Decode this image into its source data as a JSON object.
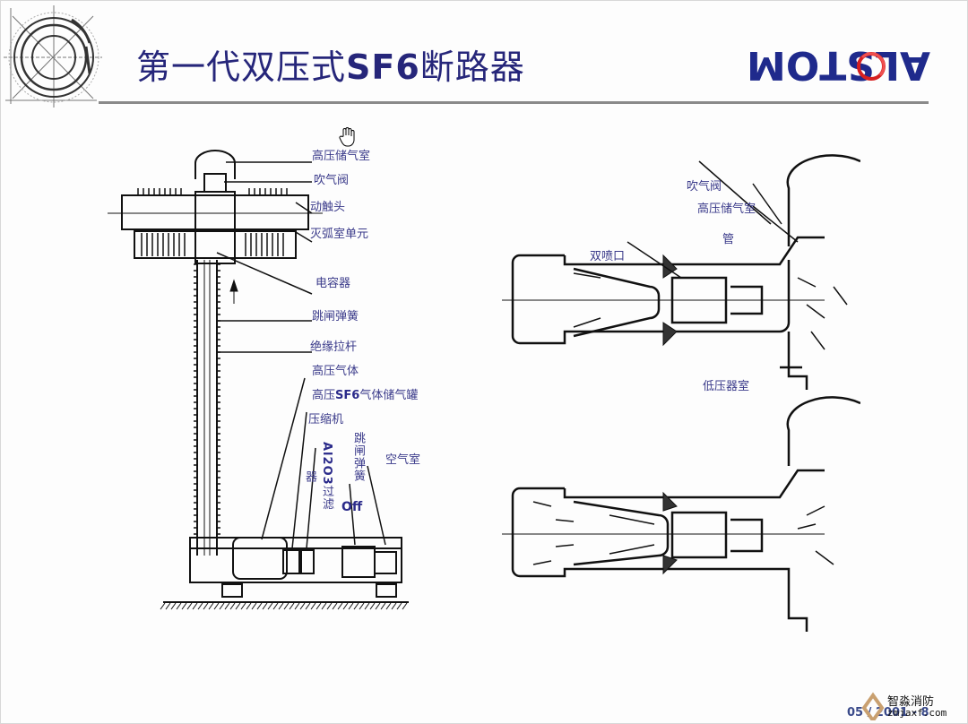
{
  "slide": {
    "title_prefix": "第一代双压式",
    "title_bold": "SF6",
    "title_suffix": "断路器",
    "brand": "ALSTOM",
    "page_number": "05 / 2001 - 8",
    "watermark_name": "智淼消防",
    "watermark_url": "zmjaxf.com"
  },
  "left_diagram": {
    "labels": [
      "高压储气室",
      "吹气阀",
      "动触头",
      "灭弧室单元",
      "电容器",
      "跳闸弹簧",
      "绝缘拉杆",
      "高压气体"
    ],
    "tank_label_prefix": "高压",
    "tank_label_bold": "SF6",
    "tank_label_suffix": "气体储气罐",
    "compressor": "压缩机",
    "vertical_filter_bold": "Al2O3",
    "vertical_filter": "过滤",
    "vertical_filter_tail": "器",
    "vertical_trip_spring": "跳闸弹簧",
    "off": "Off",
    "air_chamber": "空气室"
  },
  "right_diagram": {
    "blow_valve": "吹气阀",
    "hp_chamber": "高压储气室",
    "pipe": "管",
    "double_nozzle": "双喷口",
    "lp_chamber": "低压器室"
  }
}
